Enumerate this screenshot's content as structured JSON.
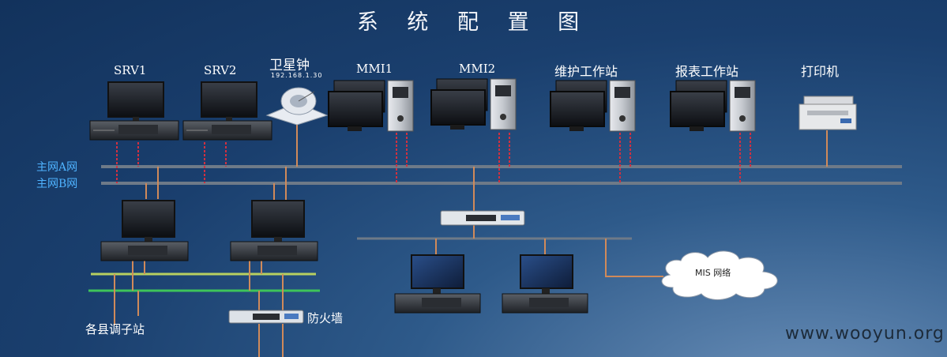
{
  "title": "系 统 配 置 图",
  "labels": {
    "srv1": "SRV1",
    "srv2": "SRV2",
    "clock": "卫星钟",
    "clock_ip": "192.168.1.30",
    "mmi1": "MMI1",
    "mmi2": "MMI2",
    "maint": "维护工作站",
    "report": "报表工作站",
    "printer": "打印机",
    "net_a": "主网A网",
    "net_b": "主网B网",
    "firewall": "防火墙",
    "county": "各县调子站",
    "mis": "MIS 网络"
  },
  "watermark": "www.wooyun.org",
  "colors": {
    "bus": "#6e7a88",
    "red_link": "#d03040",
    "orange_link": "#d08a5a",
    "green_bus": "#3ec45a",
    "yellow_bus": "#b8d060"
  }
}
